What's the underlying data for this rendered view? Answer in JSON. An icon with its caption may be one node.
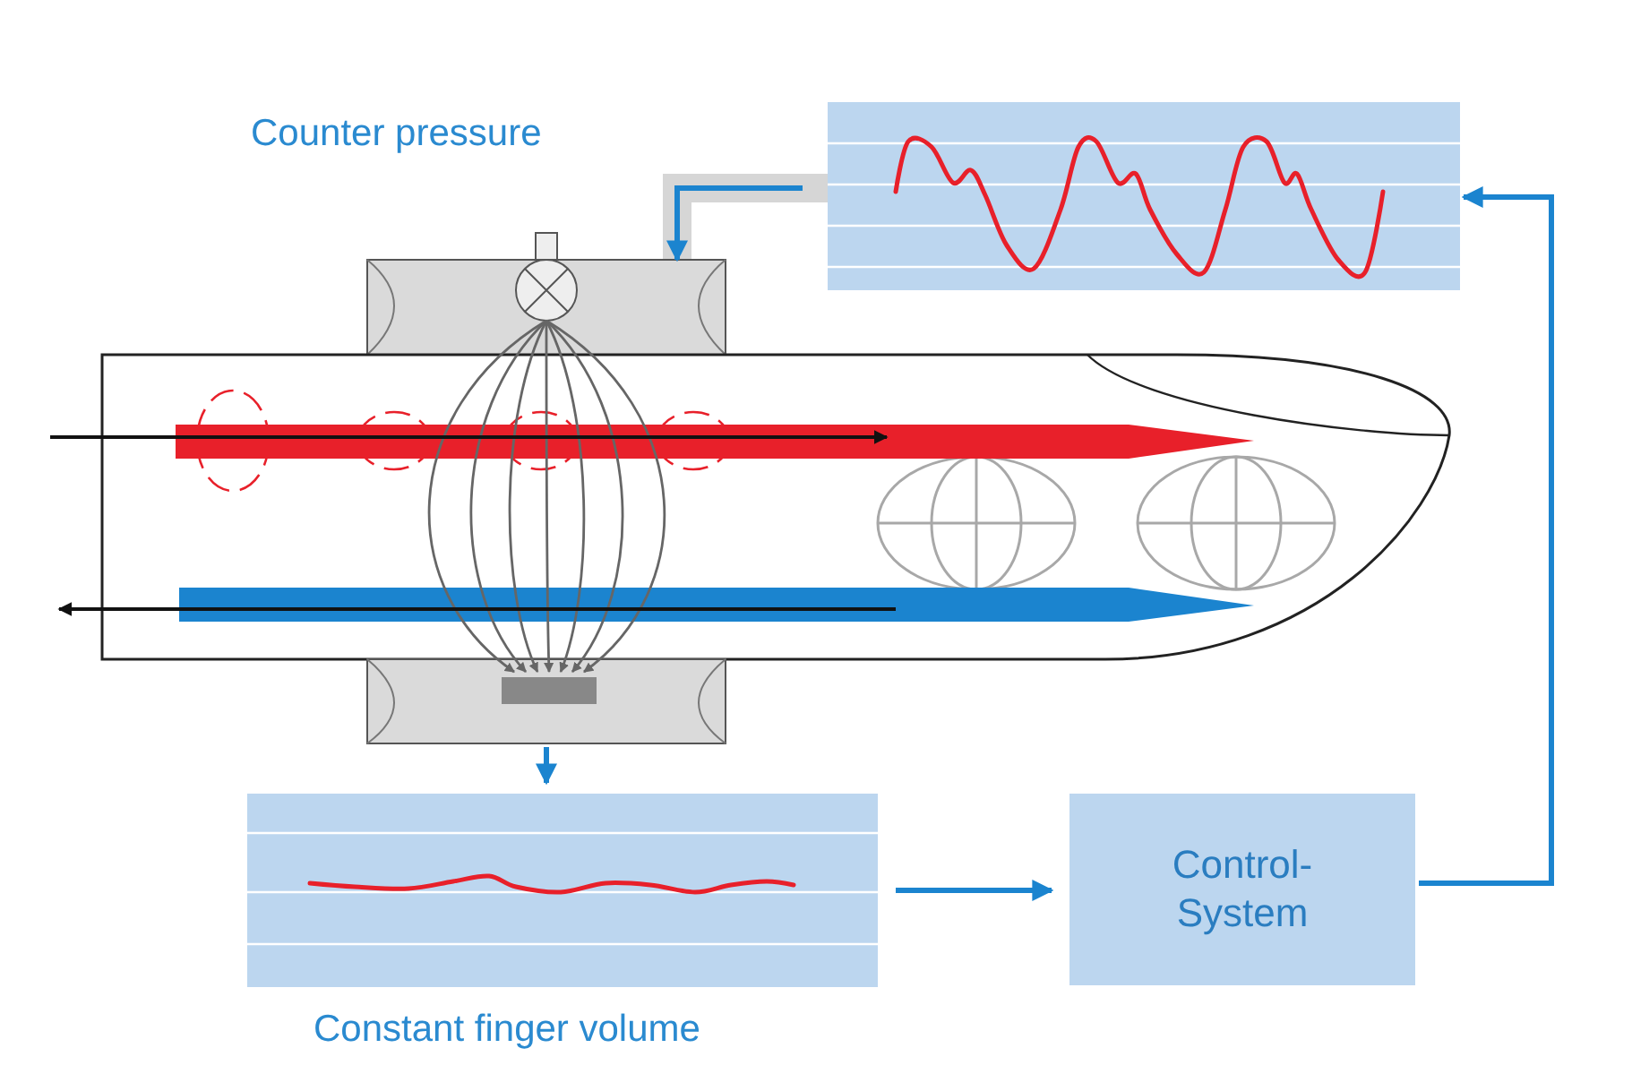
{
  "diagram": {
    "nodes": [
      {
        "text": [],
        "shape": "box"
      },
      {
        "text": [],
        "shape": "picture"
      },
      {
        "text": [],
        "shape": "picture"
      },
      {
        "text": [],
        "shape": "picture"
      },
      {
        "text": [],
        "shape": "box"
      },
      {
        "text": [
          "Control- System"
        ]
      }
    ],
    "edges": [
      {
        "from": 0,
        "to": 1,
        "arrow": "to"
      },
      {
        "from": 3,
        "to": 4,
        "arrow": "to"
      },
      {
        "from": 4,
        "to": 5,
        "arrow": "to"
      },
      {
        "from": 5,
        "to": 0,
        "arrow": "to"
      }
    ],
    "labels": [
      "Counter pressure",
      "Constant finger volume"
    ]
  }
}
